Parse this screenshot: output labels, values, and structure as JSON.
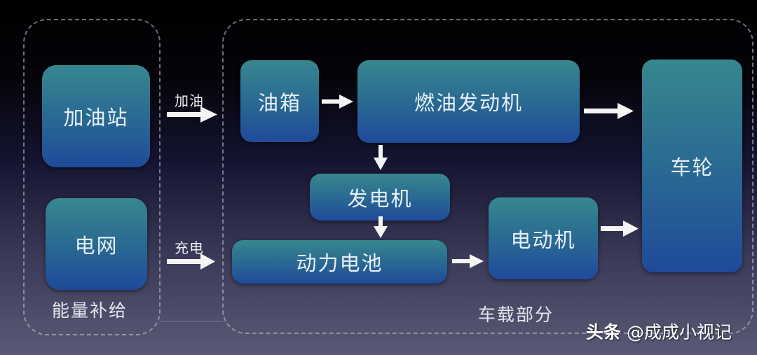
{
  "groups": {
    "energy_supply": {
      "label": "能量补给"
    },
    "vehicle_onboard": {
      "label": "车载部分"
    }
  },
  "nodes": {
    "gas_station": "加油站",
    "power_grid": "电网",
    "fuel_tank": "油箱",
    "fuel_engine": "燃油发动机",
    "generator": "发电机",
    "power_battery": "动力电池",
    "electric_motor": "电动机",
    "wheels": "车轮"
  },
  "edges": [
    {
      "from": "gas_station",
      "to": "fuel_tank",
      "label": "加油"
    },
    {
      "from": "power_grid",
      "to": "power_battery",
      "label": "充电"
    },
    {
      "from": "fuel_tank",
      "to": "fuel_engine",
      "label": ""
    },
    {
      "from": "fuel_engine",
      "to": "wheels",
      "label": ""
    },
    {
      "from": "fuel_engine",
      "to": "generator",
      "label": ""
    },
    {
      "from": "generator",
      "to": "power_battery",
      "label": ""
    },
    {
      "from": "power_battery",
      "to": "electric_motor",
      "label": ""
    },
    {
      "from": "electric_motor",
      "to": "wheels",
      "label": ""
    }
  ],
  "watermark": {
    "prefix": "头条",
    "handle": "@成成小视记"
  }
}
